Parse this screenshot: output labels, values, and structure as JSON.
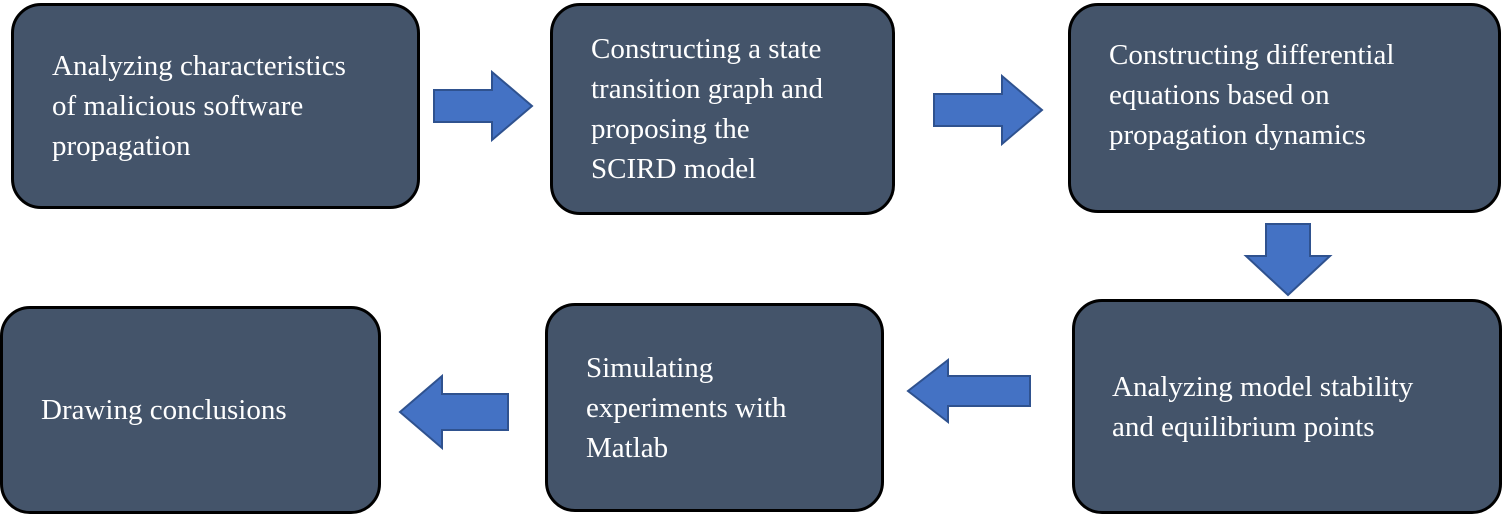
{
  "steps": [
    {
      "id": 1,
      "text": "Analyzing characteristics\nof malicious software\npropagation"
    },
    {
      "id": 2,
      "text": "Constructing a state\ntransition graph and\nproposing the\nSCIRD model"
    },
    {
      "id": 3,
      "text": "Constructing differential\nequations based on\npropagation dynamics"
    },
    {
      "id": 4,
      "text": "Analyzing model stability\nand equilibrium points"
    },
    {
      "id": 5,
      "text": "Simulating\nexperiments with\nMatlab"
    },
    {
      "id": 6,
      "text": "Drawing conclusions"
    }
  ],
  "colors": {
    "box_fill": "#44546a",
    "box_border": "#000000",
    "box_text": "#ffffff",
    "arrow_fill": "#4472c4",
    "arrow_stroke": "#2f528f"
  },
  "connectors": [
    {
      "from": 1,
      "to": 2,
      "direction": "right"
    },
    {
      "from": 2,
      "to": 3,
      "direction": "right"
    },
    {
      "from": 3,
      "to": 4,
      "direction": "down"
    },
    {
      "from": 4,
      "to": 5,
      "direction": "left"
    },
    {
      "from": 5,
      "to": 6,
      "direction": "left"
    }
  ]
}
